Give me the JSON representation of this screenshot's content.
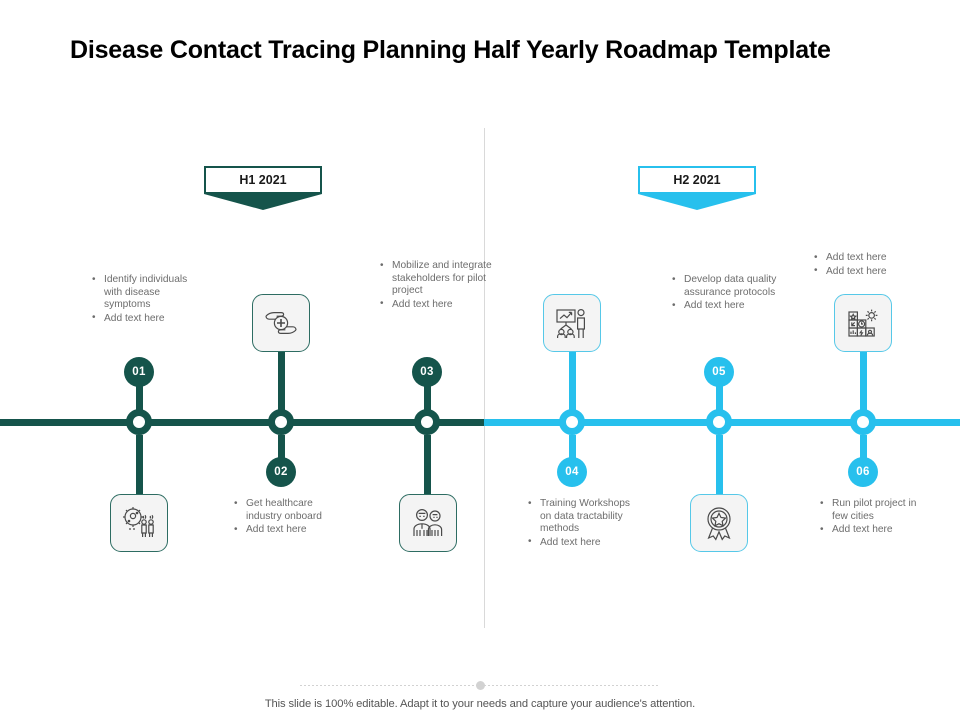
{
  "slide": {
    "title": "Disease Contact Tracing Planning Half Yearly Roadmap Template",
    "footer": "This slide is 100% editable. Adapt it to your needs and capture your audience's attention."
  },
  "colors": {
    "h1_accent": "#15544b",
    "h2_accent": "#27c0ed",
    "text": "#6d6d6d",
    "icon_box_fill": "#f4f4f4"
  },
  "halves": [
    {
      "id": "h1",
      "label": "H1 2021",
      "accent": "#15544b"
    },
    {
      "id": "h2",
      "label": "H2 2021",
      "accent": "#27c0ed"
    }
  ],
  "milestones": [
    {
      "number": "01",
      "half": "h1",
      "position": "above",
      "icon": "virus-people-icon",
      "bullets": [
        "Identify individuals with disease symptoms",
        "Add text here"
      ]
    },
    {
      "number": "02",
      "half": "h1",
      "position": "below",
      "icon": "hands-medical-cross-icon",
      "bullets": [
        "Get healthcare industry onboard",
        "Add text here"
      ]
    },
    {
      "number": "03",
      "half": "h1",
      "position": "above",
      "icon": "two-people-icon",
      "bullets": [
        "Mobilize and integrate stakeholders for pilot project",
        "Add text here"
      ]
    },
    {
      "number": "04",
      "half": "h2",
      "position": "below",
      "icon": "training-presentation-icon",
      "bullets": [
        "Training Workshops on data tractability methods",
        "Add text here"
      ]
    },
    {
      "number": "05",
      "half": "h2",
      "position": "above",
      "icon": "award-ribbon-icon",
      "bullets": [
        "Develop data quality assurance protocols",
        "Add text here"
      ]
    },
    {
      "number": "06",
      "half": "h2",
      "position": "below",
      "icon": "app-grid-gear-icon",
      "bullets": [
        "Run pilot project in few cities",
        "Add text here"
      ]
    }
  ],
  "extra_texts": [
    {
      "id": "top-right-note",
      "bullets": [
        "Add text here",
        "Add text here"
      ]
    }
  ]
}
